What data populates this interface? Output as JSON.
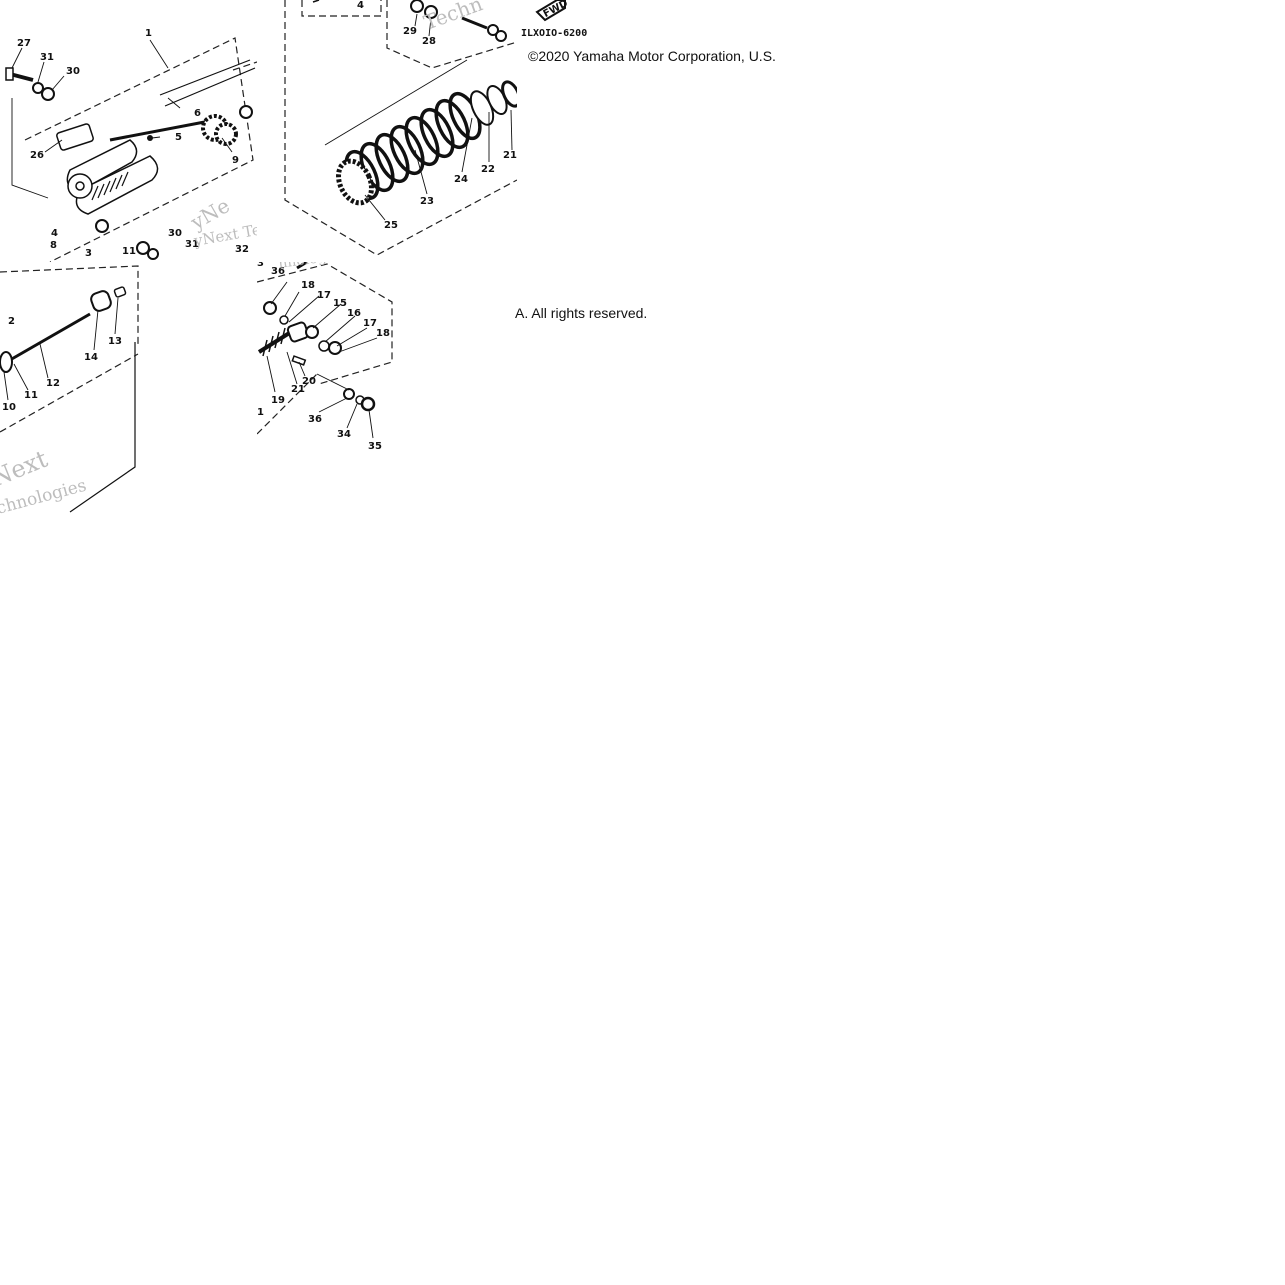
{
  "copyright": {
    "line1": "©2020 Yamaha Motor Corporation, U.S.",
    "line2": "A. All rights reserved."
  },
  "drawing_code": "ILXOIO-6200",
  "fwd_tag": "FWD",
  "watermark": {
    "w1": "yNext Tec",
    "w2": "hnologies",
    "w3": "Techn",
    "w4": "yNe",
    "w5": "Next",
    "w6": "chnologies"
  },
  "callouts": {
    "c1": "1",
    "c2": "2",
    "c3": "3",
    "c4": "4",
    "c5": "5",
    "c6": "6",
    "c8": "8",
    "c9": "9",
    "c10": "10",
    "c11": "11",
    "c12": "12",
    "c13": "13",
    "c14": "14",
    "c15": "15",
    "c16": "16",
    "c17": "17",
    "c18": "18",
    "c19": "19",
    "c20": "20",
    "c21": "21",
    "c22": "22",
    "c23": "23",
    "c24": "24",
    "c25": "25",
    "c26": "26",
    "c27": "27",
    "c28": "28",
    "c29": "29",
    "c30": "30",
    "c31": "31",
    "c32": "32",
    "c34": "34",
    "c35": "35",
    "c36": "36"
  }
}
